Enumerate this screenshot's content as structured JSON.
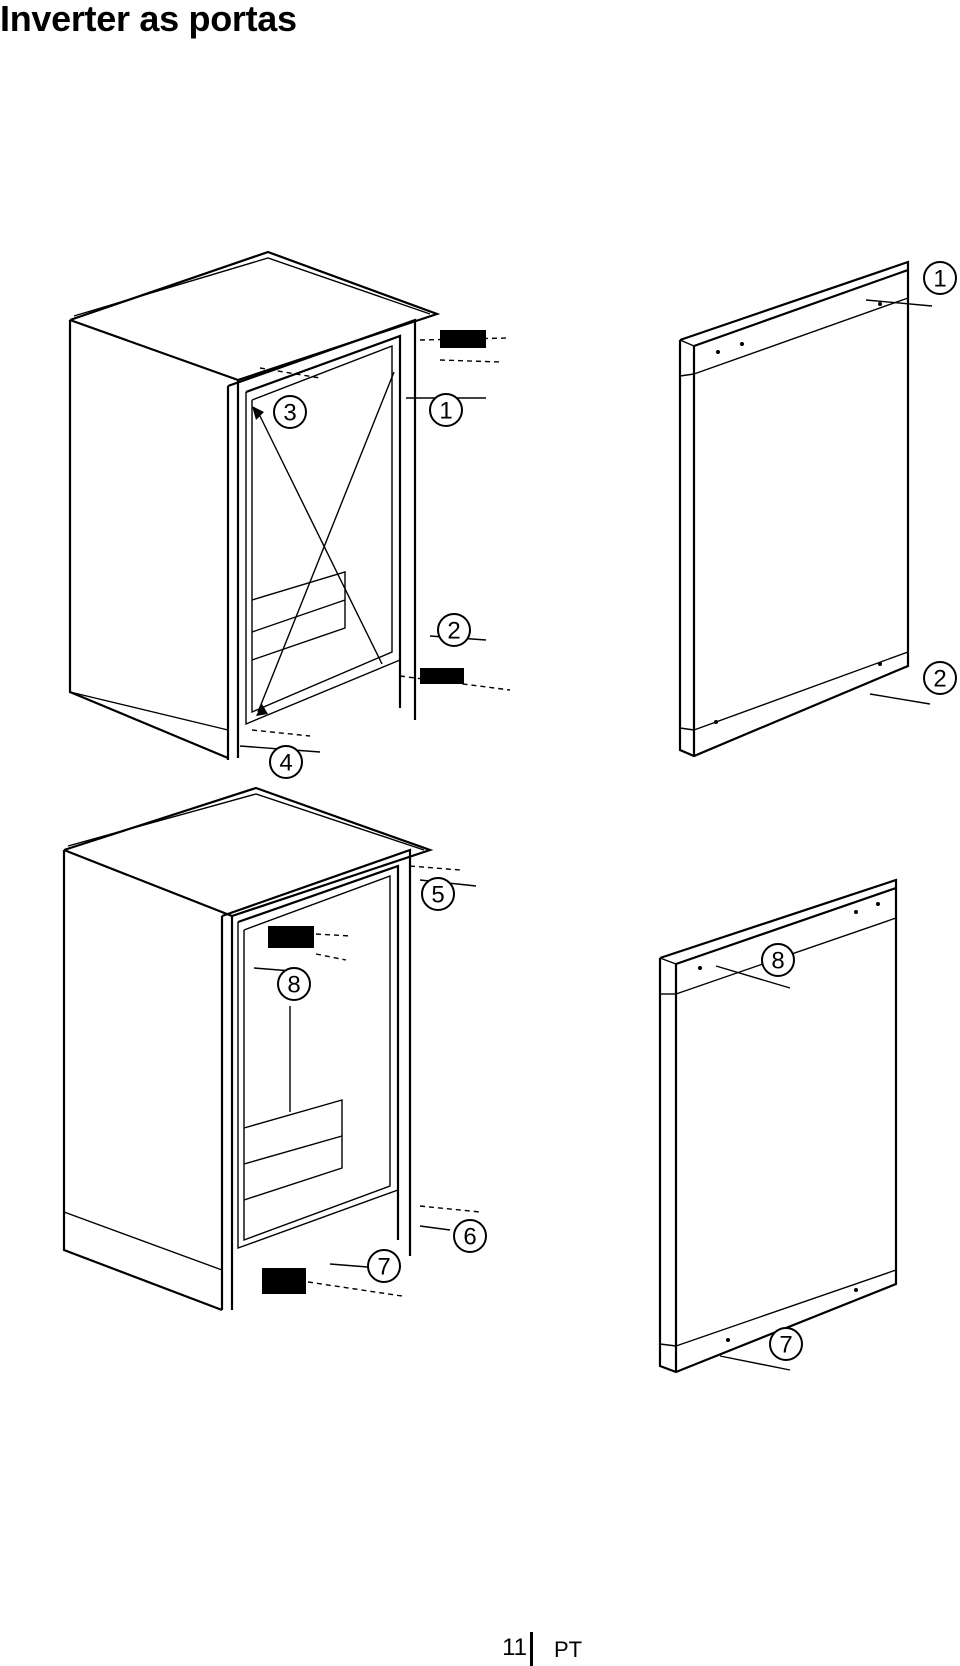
{
  "page": {
    "title": "Inverter as portas",
    "page_number": "11",
    "language": "PT"
  },
  "figure": {
    "callouts": {
      "c1_top": "1",
      "c2_top": "2",
      "c3": "3",
      "c4": "4",
      "c1_door": "1",
      "c2_door": "2",
      "c5": "5",
      "c6": "6",
      "c7_bottom": "7",
      "c8_bottom": "8",
      "c8_door": "8",
      "c7_door": "7"
    }
  }
}
